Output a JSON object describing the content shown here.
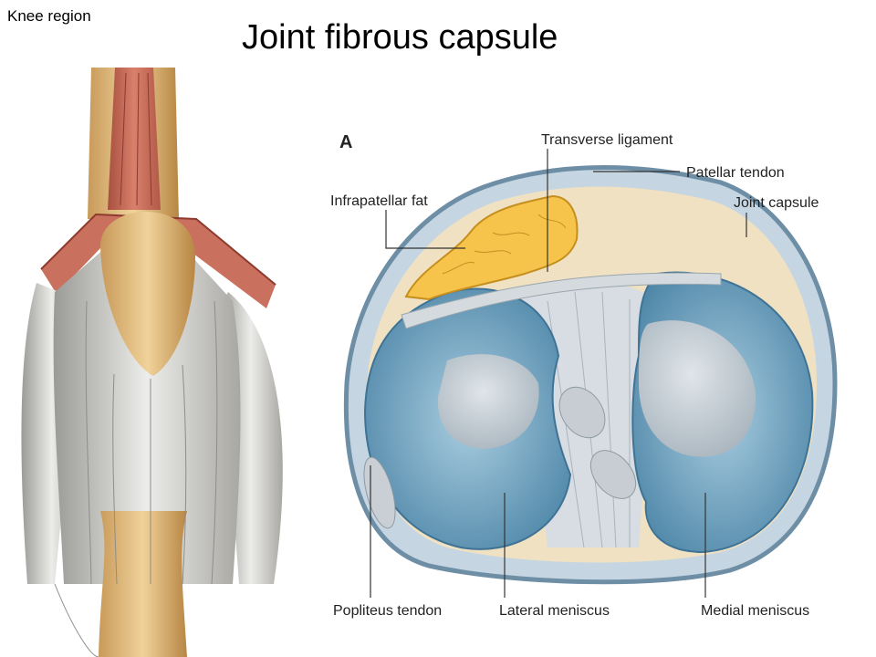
{
  "slide": {
    "corner_label": "Knee region",
    "title": "Joint fibrous capsule"
  },
  "figure": {
    "panel_letter": "A",
    "labels": {
      "transverse_ligament": "Transverse ligament",
      "patellar_tendon": "Patellar tendon",
      "infrapatellar_fat": "Infrapatellar fat",
      "joint_capsule": "Joint capsule",
      "popliteus_tendon": "Popliteus tendon",
      "lateral_meniscus": "Lateral meniscus",
      "medial_meniscus": "Medial meniscus"
    }
  }
}
